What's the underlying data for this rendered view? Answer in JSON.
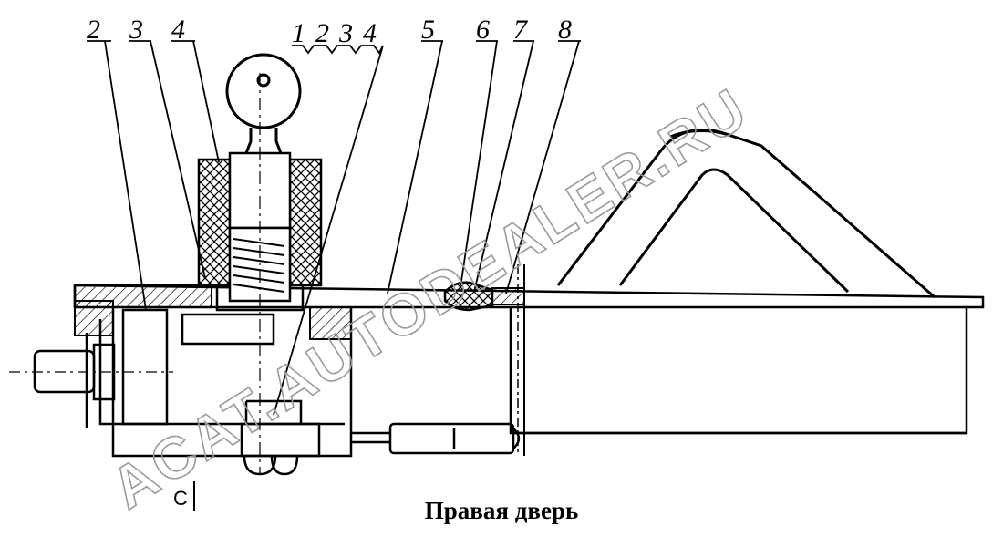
{
  "title": "Правая дверь",
  "section_mark": "C",
  "callouts": {
    "c2": "2",
    "c3": "3",
    "c4": "4",
    "g1": "1",
    "g2": "2",
    "g3": "3",
    "g4": "4",
    "c5": "5",
    "c6": "6",
    "c7": "7",
    "c8": "8"
  },
  "watermark": "ACAT.AUTODEALER.RU"
}
